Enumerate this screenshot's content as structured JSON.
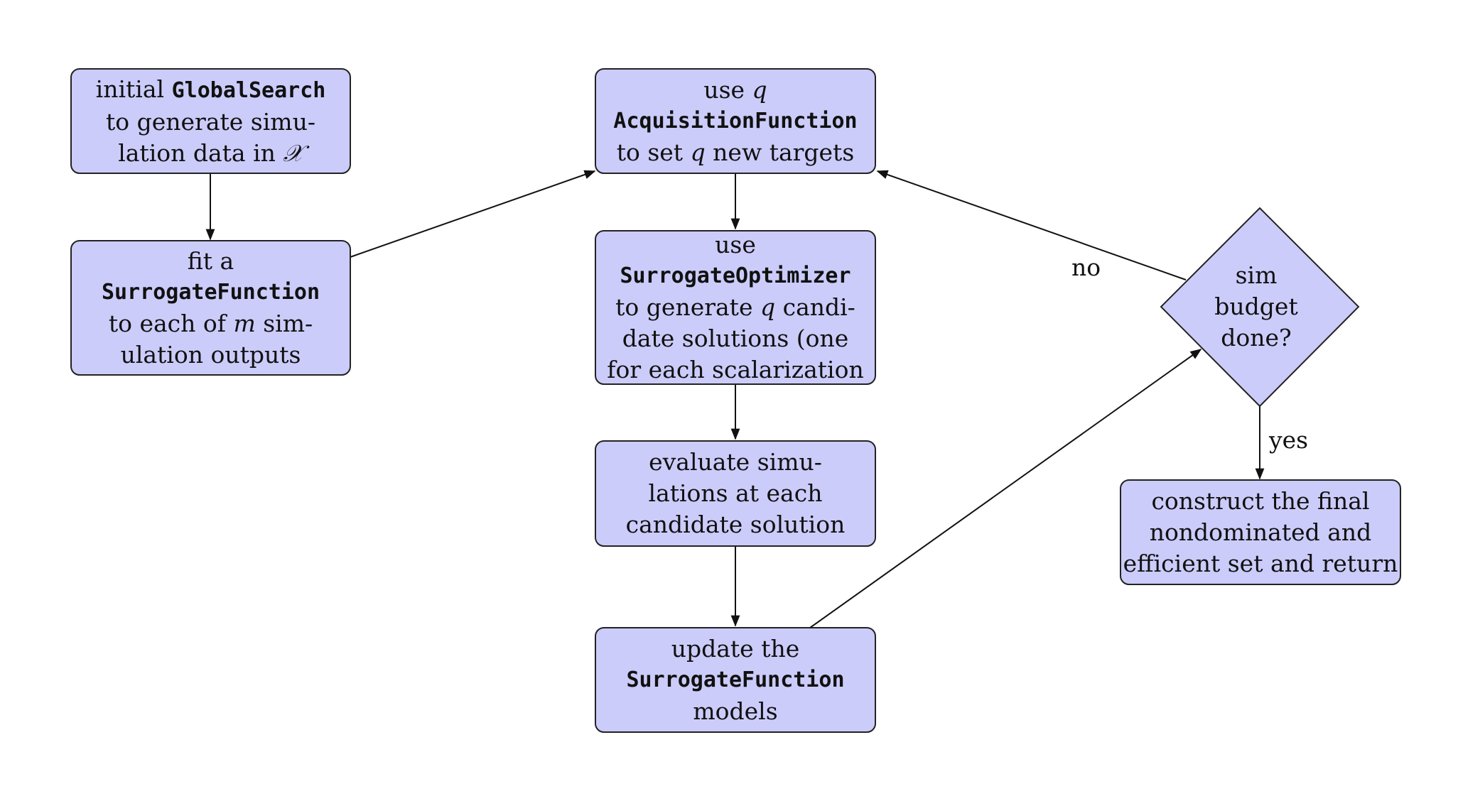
{
  "nodes": {
    "global_search": {
      "l1_pre": "initial ",
      "l1_code": "GlobalSearch",
      "l2": "to generate simu-",
      "l3_pre": "lation data in ",
      "l3_sym": "𝒳"
    },
    "fit_surrogate": {
      "l1": "fit a",
      "l2_code": "SurrogateFunction",
      "l3_pre": "to each of ",
      "l3_var": "m",
      "l3_post": " sim-",
      "l4": "ulation outputs"
    },
    "acquisition": {
      "l1_pre": "use ",
      "l1_var": "q",
      "l2_code": "AcquisitionFunction",
      "l3_pre": "to set ",
      "l3_var": "q",
      "l3_post": " new targets"
    },
    "optimizer": {
      "l1": "use",
      "l2_code": "SurrogateOptimizer",
      "l3_pre": "to generate ",
      "l3_var": "q",
      "l3_post": " candi-",
      "l4": "date solutions (one",
      "l5": "for each scalarization"
    },
    "evaluate": {
      "l1": "evaluate simu-",
      "l2": "lations at each",
      "l3": "candidate solution"
    },
    "update": {
      "l1": "update the",
      "l2_code": "SurrogateFunction",
      "l3": "models"
    },
    "decision": {
      "l1": "sim",
      "l2": "budget",
      "l3": "done?"
    },
    "final": {
      "l1": "construct the final",
      "l2": "nondominated and",
      "l3": "efficient set and return"
    }
  },
  "edge_labels": {
    "no": "no",
    "yes": "yes"
  },
  "colors": {
    "node_fill": "#ccccfb",
    "stroke": "#222222"
  }
}
